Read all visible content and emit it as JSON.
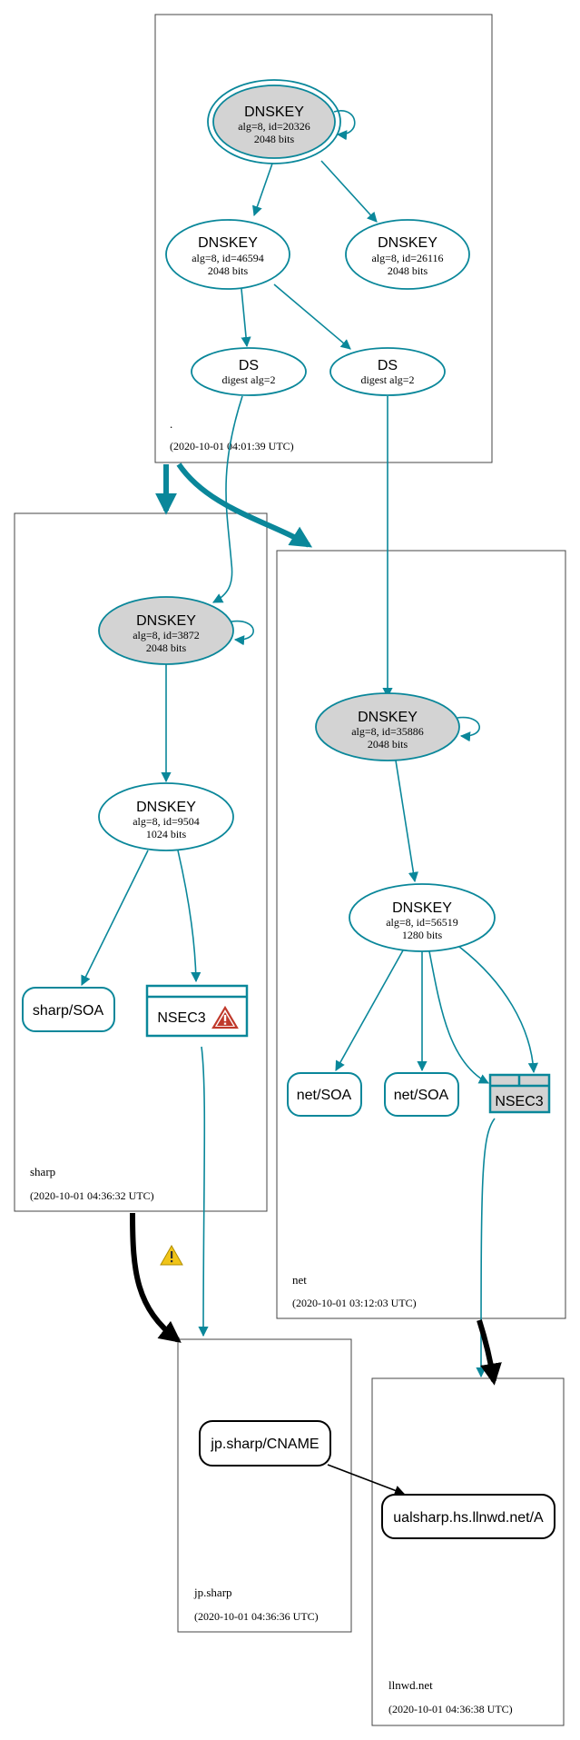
{
  "root_zone": {
    "name": ".",
    "timestamp": "(2020-10-01 04:01:39 UTC)",
    "ksk": {
      "type": "DNSKEY",
      "detail": "alg=8, id=20326",
      "bits": "2048 bits"
    },
    "zsk1": {
      "type": "DNSKEY",
      "detail": "alg=8, id=46594",
      "bits": "2048 bits"
    },
    "zsk2": {
      "type": "DNSKEY",
      "detail": "alg=8, id=26116",
      "bits": "2048 bits"
    },
    "ds1": {
      "type": "DS",
      "detail": "digest alg=2"
    },
    "ds2": {
      "type": "DS",
      "detail": "digest alg=2"
    }
  },
  "sharp_zone": {
    "name": "sharp",
    "timestamp": "(2020-10-01 04:36:32 UTC)",
    "ksk": {
      "type": "DNSKEY",
      "detail": "alg=8, id=3872",
      "bits": "2048 bits"
    },
    "zsk": {
      "type": "DNSKEY",
      "detail": "alg=8, id=9504",
      "bits": "1024 bits"
    },
    "soa": "sharp/SOA",
    "nsec3": "NSEC3"
  },
  "net_zone": {
    "name": "net",
    "timestamp": "(2020-10-01 03:12:03 UTC)",
    "ksk": {
      "type": "DNSKEY",
      "detail": "alg=8, id=35886",
      "bits": "2048 bits"
    },
    "zsk": {
      "type": "DNSKEY",
      "detail": "alg=8, id=56519",
      "bits": "1280 bits"
    },
    "soa1": "net/SOA",
    "soa2": "net/SOA",
    "nsec3": "NSEC3"
  },
  "jpsharp_zone": {
    "name": "jp.sharp",
    "timestamp": "(2020-10-01 04:36:36 UTC)",
    "record": "jp.sharp/CNAME"
  },
  "llnwd_zone": {
    "name": "llnwd.net",
    "timestamp": "(2020-10-01 04:36:38 UTC)",
    "record": "ualsharp.hs.llnwd.net/A"
  },
  "colors": {
    "edge": "#0a879a",
    "key_fill": "#d3d3d3",
    "warning": "#f0c419",
    "error": "#c0392b"
  }
}
